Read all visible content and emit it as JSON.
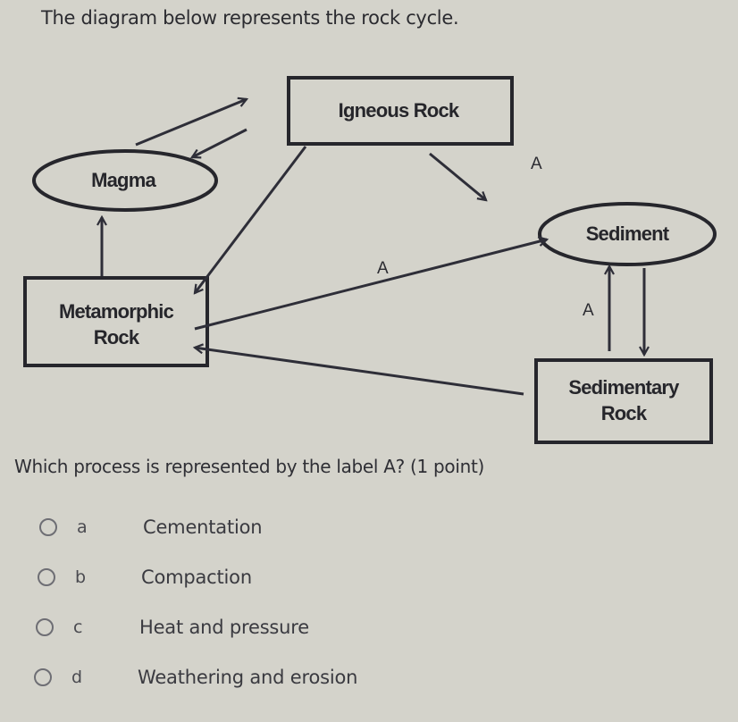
{
  "prompt": "The diagram below represents the rock cycle.",
  "diagram": {
    "nodes": {
      "igneous": "Igneous Rock",
      "magma": "Magma",
      "sediment": "Sediment",
      "metamorphic_line1": "Metamorphic",
      "metamorphic_line2": "Rock",
      "sedimentary_line1": "Sedimentary",
      "sedimentary_line2": "Rock"
    },
    "arrow_label": "A",
    "arrows": [
      {
        "from": "Magma",
        "to": "Igneous Rock",
        "label": ""
      },
      {
        "from": "Igneous Rock",
        "to": "Magma",
        "label": ""
      },
      {
        "from": "Igneous Rock",
        "to": "Metamorphic Rock",
        "label": ""
      },
      {
        "from": "Igneous Rock",
        "to": "Sediment",
        "label": "A"
      },
      {
        "from": "Metamorphic Rock",
        "to": "Magma",
        "label": ""
      },
      {
        "from": "Metamorphic Rock",
        "to": "Sediment",
        "label": "A"
      },
      {
        "from": "Sedimentary Rock",
        "to": "Metamorphic Rock",
        "label": ""
      },
      {
        "from": "Sedimentary Rock",
        "to": "Sediment",
        "label": "A"
      },
      {
        "from": "Sediment",
        "to": "Sedimentary Rock",
        "label": ""
      }
    ]
  },
  "question": "Which process is represented by the label A? (1 point)",
  "options": [
    {
      "letter": "a",
      "text": "Cementation",
      "selected": false
    },
    {
      "letter": "b",
      "text": "Compaction",
      "selected": false
    },
    {
      "letter": "c",
      "text": "Heat and pressure",
      "selected": false
    },
    {
      "letter": "d",
      "text": "Weathering and erosion",
      "selected": false
    }
  ]
}
